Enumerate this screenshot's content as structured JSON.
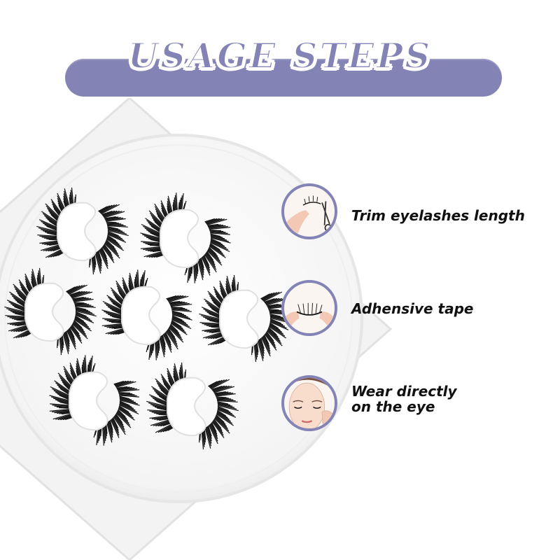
{
  "banner": {
    "title": "USAGE STEPS"
  },
  "steps": [
    {
      "label": "Trim eyelashes length",
      "icon": "scissors-trim-icon"
    },
    {
      "label": "Adhensive tape",
      "icon": "lash-strip-icon"
    },
    {
      "label_line1": "Wear directly",
      "label_line2": "on the eye",
      "icon": "face-applying-lash-icon"
    }
  ],
  "colors": {
    "accent": "#8384b5",
    "text": "#111111",
    "background": "#ffffff"
  }
}
